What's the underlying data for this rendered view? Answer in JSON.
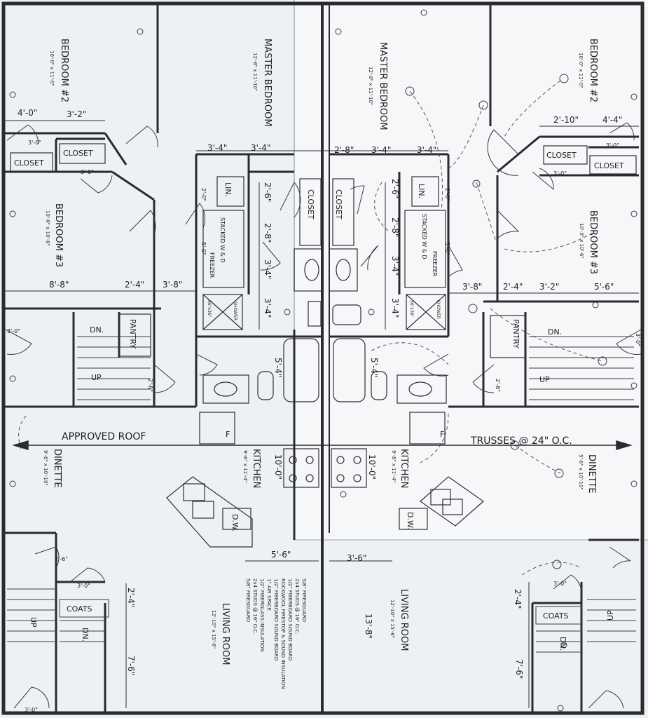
{
  "colors": {
    "paper": "#eef1f3",
    "paper_right": "#f6f7f8",
    "ink": "#1e1e22",
    "seam": "#c9cdd2"
  },
  "rooms": {
    "bedroom2_left": {
      "name": "BEDROOM #2",
      "size": "10'-0\" x 11'-0\""
    },
    "master_left": {
      "name": "MASTER BEDROOM",
      "size": "12'-8\" x 11'-10\""
    },
    "master_right": {
      "name": "MASTER BEDROOM",
      "size": "12'-8\" x 11'-10\""
    },
    "bedroom2_right": {
      "name": "BEDROOM #2",
      "size": "10'-0\" x 11'-0\""
    },
    "bedroom3_left": {
      "name": "BEDROOM #3",
      "size": "10'-0\" x 10'-6\""
    },
    "bedroom3_right": {
      "name": "BEDROOM #3",
      "size": "10'-0\" x 10'-6\""
    },
    "dinette_left": {
      "name": "DINETTE",
      "size": "9'-6\" x 10'-10\""
    },
    "dinette_right": {
      "name": "DINETTE",
      "size": "9'-6\" x 10'-10\""
    },
    "kitchen_left": {
      "name": "KITCHEN",
      "size": "9'-6\" x 11'-4\""
    },
    "kitchen_right": {
      "name": "KITCHEN",
      "size": "9'-8\" x 11'-4\""
    },
    "living_left": {
      "name": "LIVING ROOM",
      "size": "12'-10\" x 15'-6\""
    },
    "living_right": {
      "name": "LIVING ROOM",
      "size": "12'-10\" x 15'-6\""
    }
  },
  "labels": {
    "closet": "CLOSET",
    "lin": "LIN.",
    "stacked": "STACKED W & D",
    "freezer": "FREEZER",
    "shower": "SHOWER",
    "shower_size": "36\"x36\"",
    "pantry": "PANTRY",
    "dn": "DN.",
    "up": "UP",
    "coats": "COATS",
    "dw": "D.W.",
    "f": "F",
    "approved_roof": "APPROVED ROOF",
    "trusses": "TRUSSES @ 24\" O.C."
  },
  "dims": {
    "d_4_0": "4'-0\"",
    "d_3_2": "3'-2\"",
    "d_2_10": "2'-10\"",
    "d_4_4": "4'-4\"",
    "d_3_0": "3'-0\"",
    "d_3_4": "3'-4\"",
    "d_2_8": "2'-8\"",
    "d_2_4": "2'-4\"",
    "d_2_6": "2'-6\"",
    "d_2_0": "2'-0\"",
    "d_5_0": "5'-0\"",
    "d_8_8": "8'-8\"",
    "d_3_8": "3'-8\"",
    "d_5_6": "5'-6\"",
    "d_5_4": "5'-4\"",
    "d_10_0": "10'-0\"",
    "d_7_6": "7'-6\"",
    "d_13_8": "13'-8\"",
    "d_3_6": "3'-6\""
  },
  "wall_section": [
    "5/8\" FIRESGUARD",
    "2x4 STUDS @ 16\" O.C.",
    "1/2\" FIBERGLASS INSULATION",
    "1\" AIR SPACE",
    "1/2\" FIBERBOARD SOUND BOARD",
    "ROCKWOOL FIRESTOP & SOUND INSULATION",
    "1/2\" FIBERBOARD SOUND BOARD",
    "2x4 STUDS @ 16\" O.C.",
    "5/8\" FIRESGUARD"
  ]
}
